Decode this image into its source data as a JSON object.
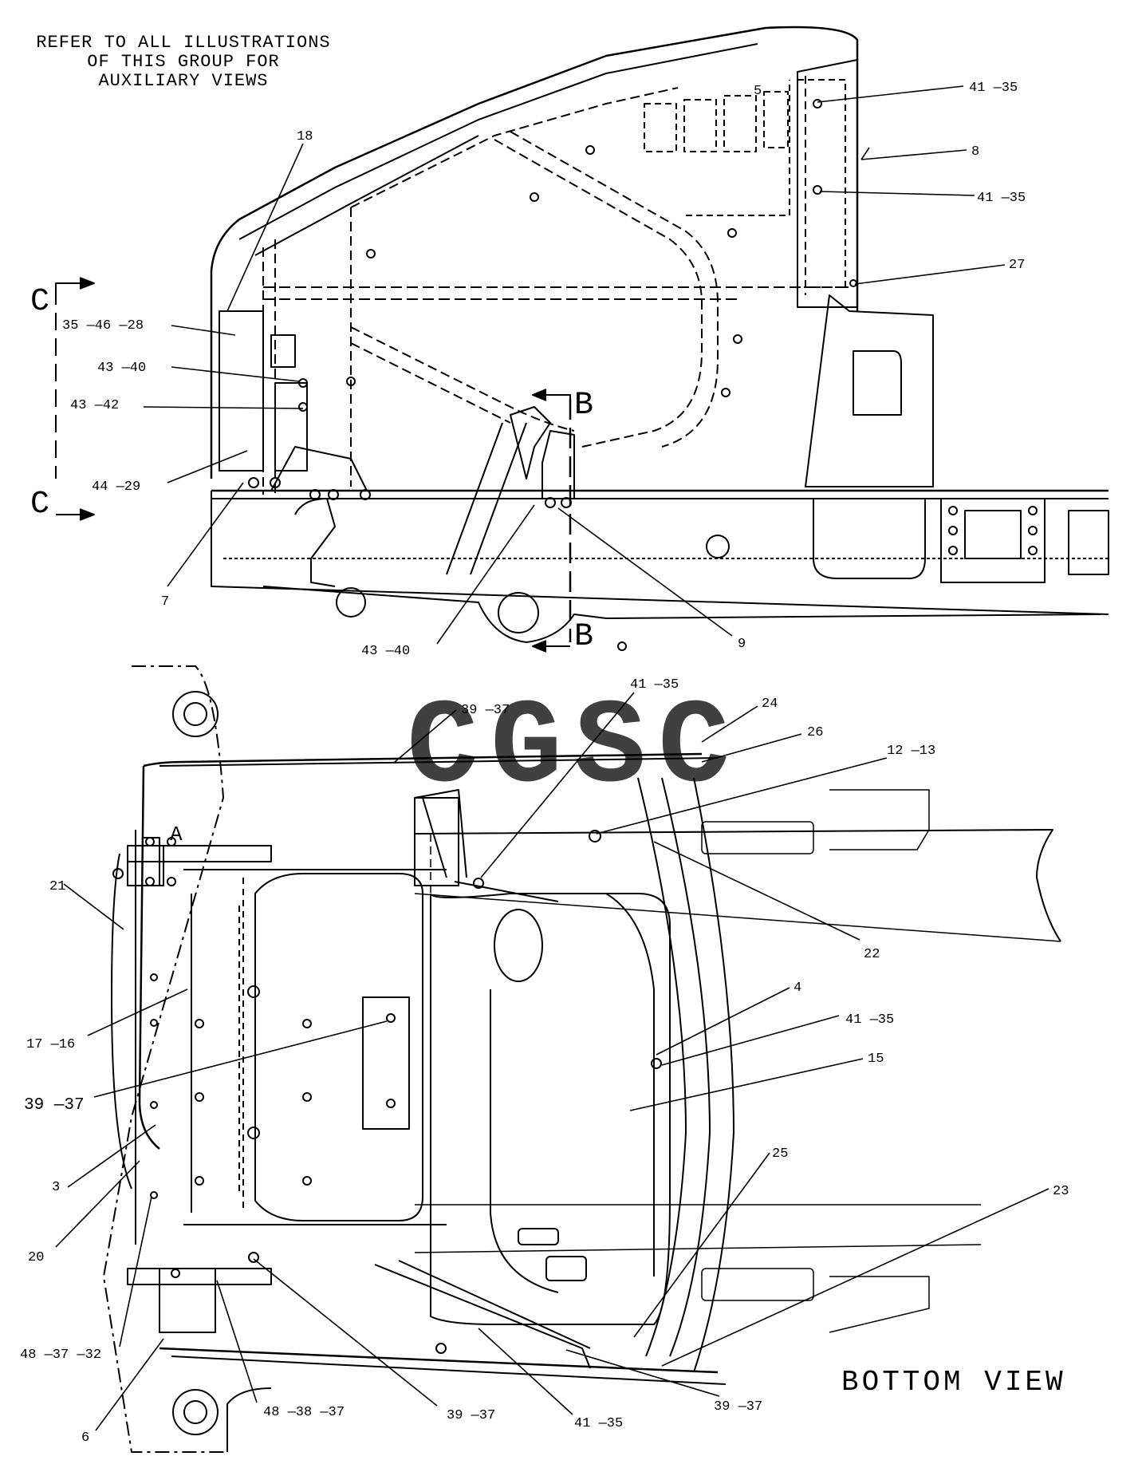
{
  "note": {
    "lines": [
      "REFER TO ALL ILLUSTRATIONS",
      "OF THIS GROUP FOR",
      "AUXILIARY VIEWS"
    ]
  },
  "section_markers": {
    "c_top": "C",
    "c_bottom": "C",
    "b_top": "B",
    "b_bottom": "B",
    "a_marker": "A"
  },
  "view_title": "BOTTOM VIEW",
  "watermark": {
    "letters": [
      "C",
      "G",
      "S",
      "C"
    ],
    "colors": [
      "#4a86e8",
      "#e06666",
      "#f1c232",
      "#3d9c6a"
    ]
  },
  "callouts_top": [
    "41 —35",
    "8",
    "41 —35",
    "27",
    "5",
    "18",
    "35 —46 —28",
    "43 —40",
    "43 —42",
    "44 —29",
    "7",
    "43 —40",
    "9"
  ],
  "callouts_bottom": [
    "41 —35",
    "39 —37",
    "24",
    "26",
    "12 —13",
    "22",
    "21",
    "4",
    "41 —35",
    "15",
    "17 —16",
    "39 —37",
    "3",
    "25",
    "23",
    "20",
    "48 —37 —32",
    "6",
    "48 —38 —37",
    "39 —37",
    "41 —35",
    "39 —37"
  ]
}
